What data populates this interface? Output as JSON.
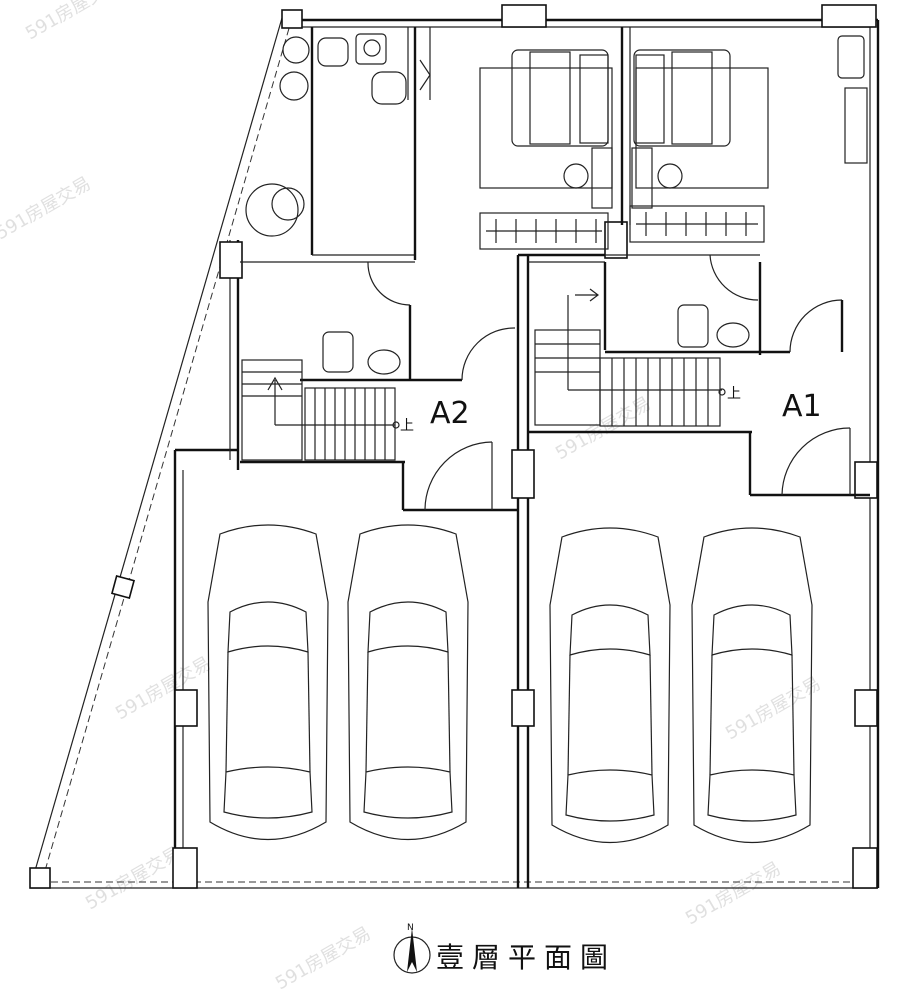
{
  "plan": {
    "title": "壹層平面圖",
    "units": [
      {
        "id": "A2",
        "label": "A2"
      },
      {
        "id": "A1",
        "label": "A1"
      }
    ],
    "stair_up_mark": "上",
    "north_mark": "N",
    "watermark": "591房屋交易",
    "parking_spaces": 4
  }
}
